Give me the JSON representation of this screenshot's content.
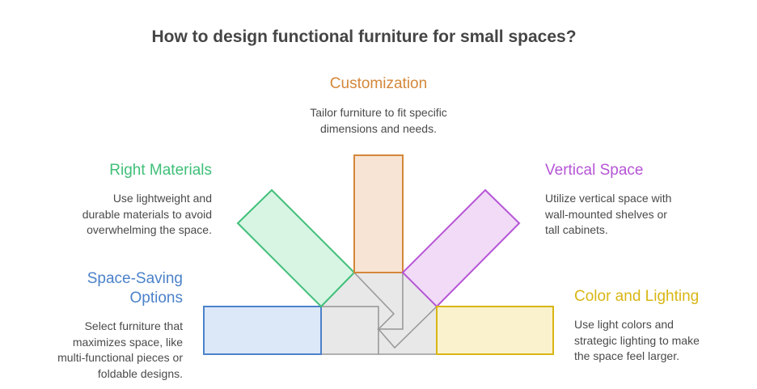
{
  "title": "How to design functional furniture for small spaces?",
  "colors": {
    "customization": "#d4873a",
    "materials": "#3fbf78",
    "vertical": "#b655d6",
    "space_saving": "#4b82c9",
    "lighting": "#d9b614"
  },
  "sections": {
    "customization": {
      "heading": "Customization",
      "lines": [
        "Tailor furniture to fit specific",
        "dimensions and needs."
      ]
    },
    "materials": {
      "heading": "Right Materials",
      "lines": [
        "Use lightweight and",
        "durable materials to avoid",
        "overwhelming the space."
      ]
    },
    "vertical": {
      "heading": "Vertical Space",
      "lines": [
        "Utilize vertical space with",
        "wall-mounted shelves or",
        "tall cabinets."
      ]
    },
    "space_saving": {
      "heading_lines": [
        "Space-Saving",
        "Options"
      ],
      "lines": [
        "Select furniture that",
        "maximizes space, like",
        "multi-functional pieces or",
        "foldable designs."
      ]
    },
    "lighting": {
      "heading": "Color and Lighting",
      "lines": [
        "Use light colors and",
        "strategic lighting to make",
        "the space feel larger."
      ]
    }
  }
}
